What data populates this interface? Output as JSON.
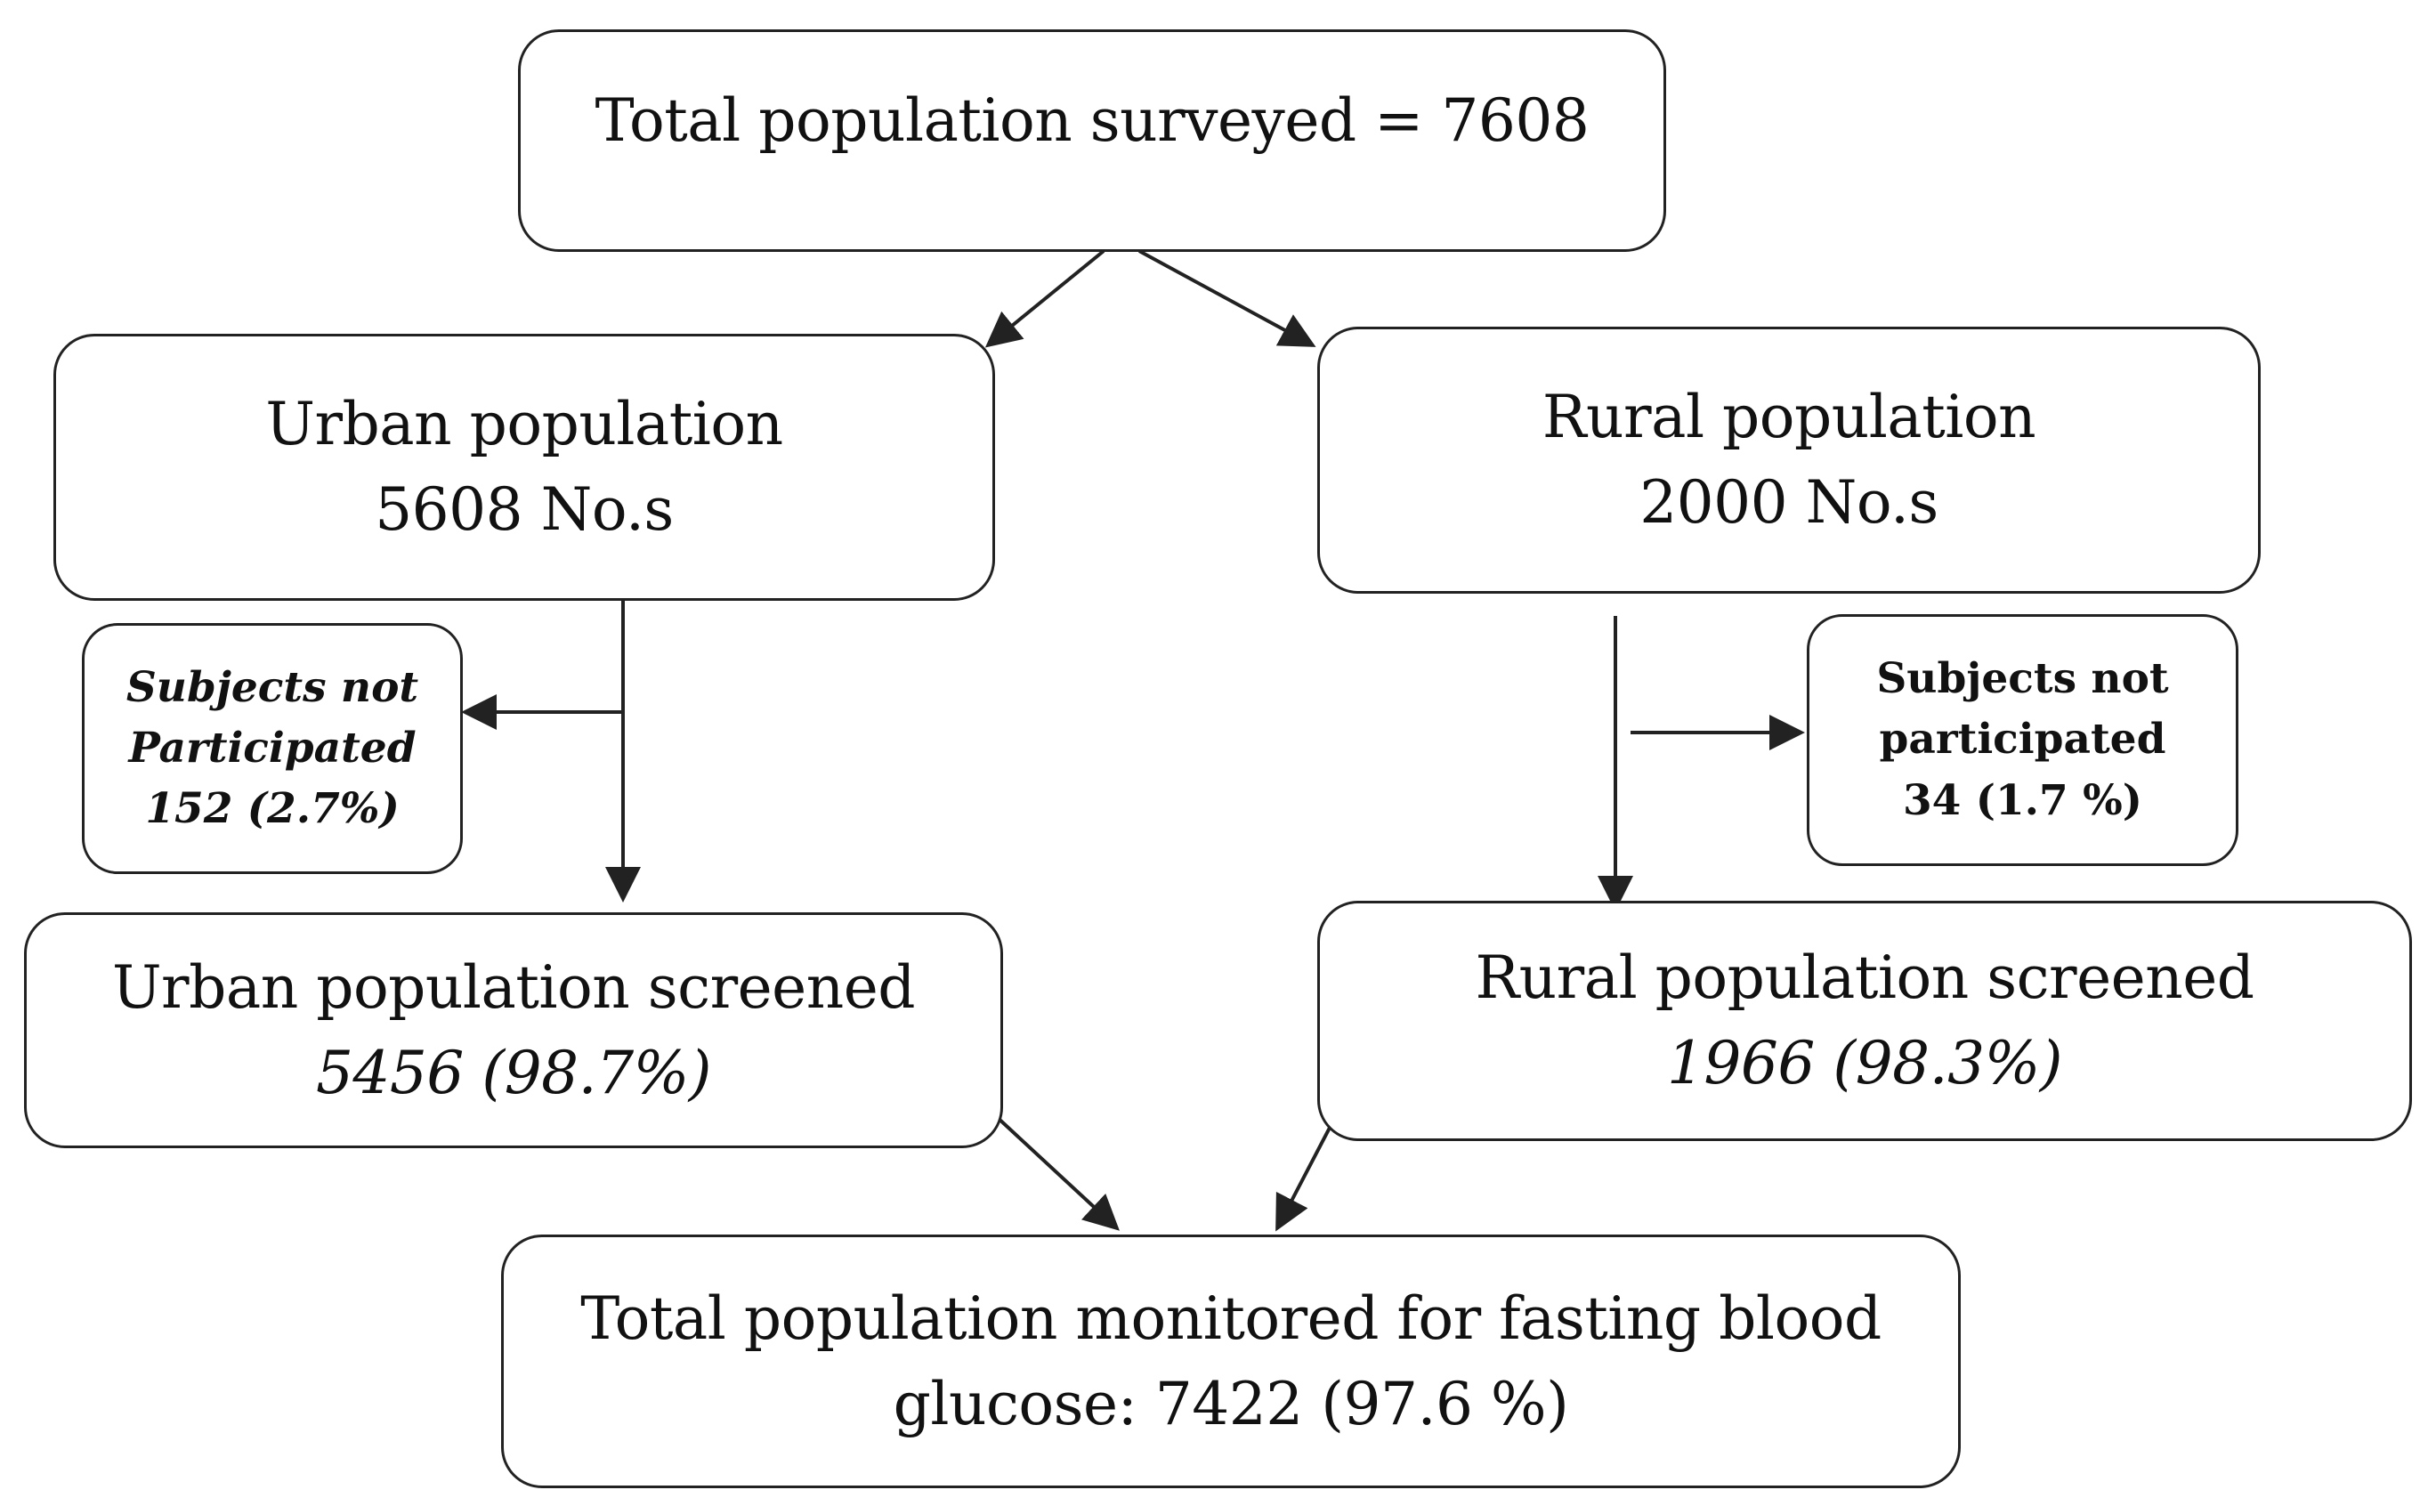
{
  "boxes": {
    "total_surveyed": {
      "line1": "Total population surveyed = 7608"
    },
    "urban": {
      "line1": "Urban population",
      "line2": "5608 No.s"
    },
    "rural": {
      "line1": "Rural population",
      "line2": "2000 No.s"
    },
    "urban_not_participated": {
      "line1": "Subjects not",
      "line2": "Participated",
      "line3": "152 (2.7%)"
    },
    "rural_not_participated": {
      "line1": "Subjects not",
      "line2": "participated",
      "line3": "34 (1.7 %)"
    },
    "urban_screened": {
      "line1": "Urban population screened",
      "line2": "5456 (98.7%)"
    },
    "rural_screened": {
      "line1": "Rural population screened",
      "line2": "1966 (98.3%)"
    },
    "total_monitored": {
      "line1": "Total population monitored for fasting blood",
      "line2": "glucose: 7422 (97.6 %)"
    }
  },
  "colors": {
    "border": "#222222",
    "text": "#111111",
    "background": "#ffffff"
  }
}
